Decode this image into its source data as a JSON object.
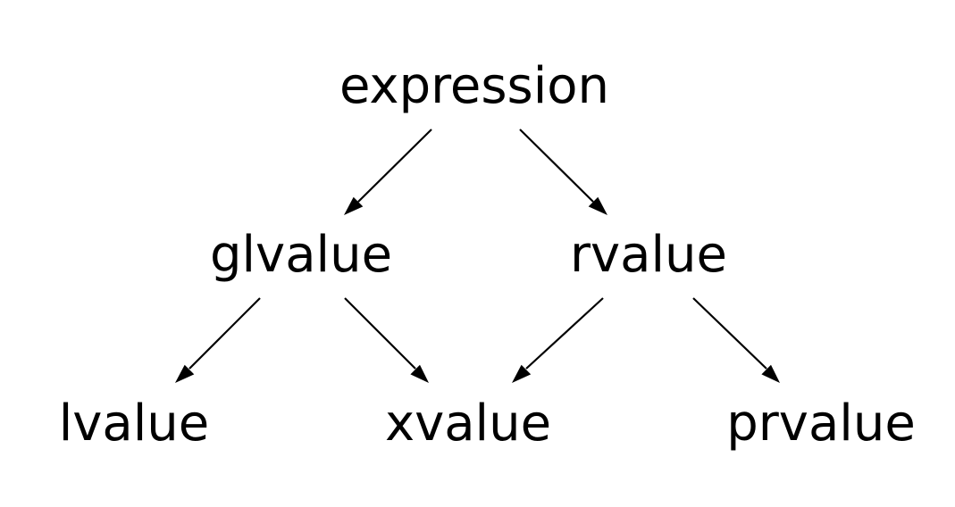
{
  "diagram": {
    "nodes": {
      "expression": "expression",
      "glvalue": "glvalue",
      "rvalue": "rvalue",
      "lvalue": "lvalue",
      "xvalue": "xvalue",
      "prvalue": "prvalue"
    },
    "edges": [
      {
        "from": "expression",
        "to": "glvalue"
      },
      {
        "from": "expression",
        "to": "rvalue"
      },
      {
        "from": "glvalue",
        "to": "lvalue"
      },
      {
        "from": "glvalue",
        "to": "xvalue"
      },
      {
        "from": "rvalue",
        "to": "xvalue"
      },
      {
        "from": "rvalue",
        "to": "prvalue"
      }
    ],
    "colors": {
      "background": "#ffffff",
      "foreground": "#000000"
    }
  }
}
